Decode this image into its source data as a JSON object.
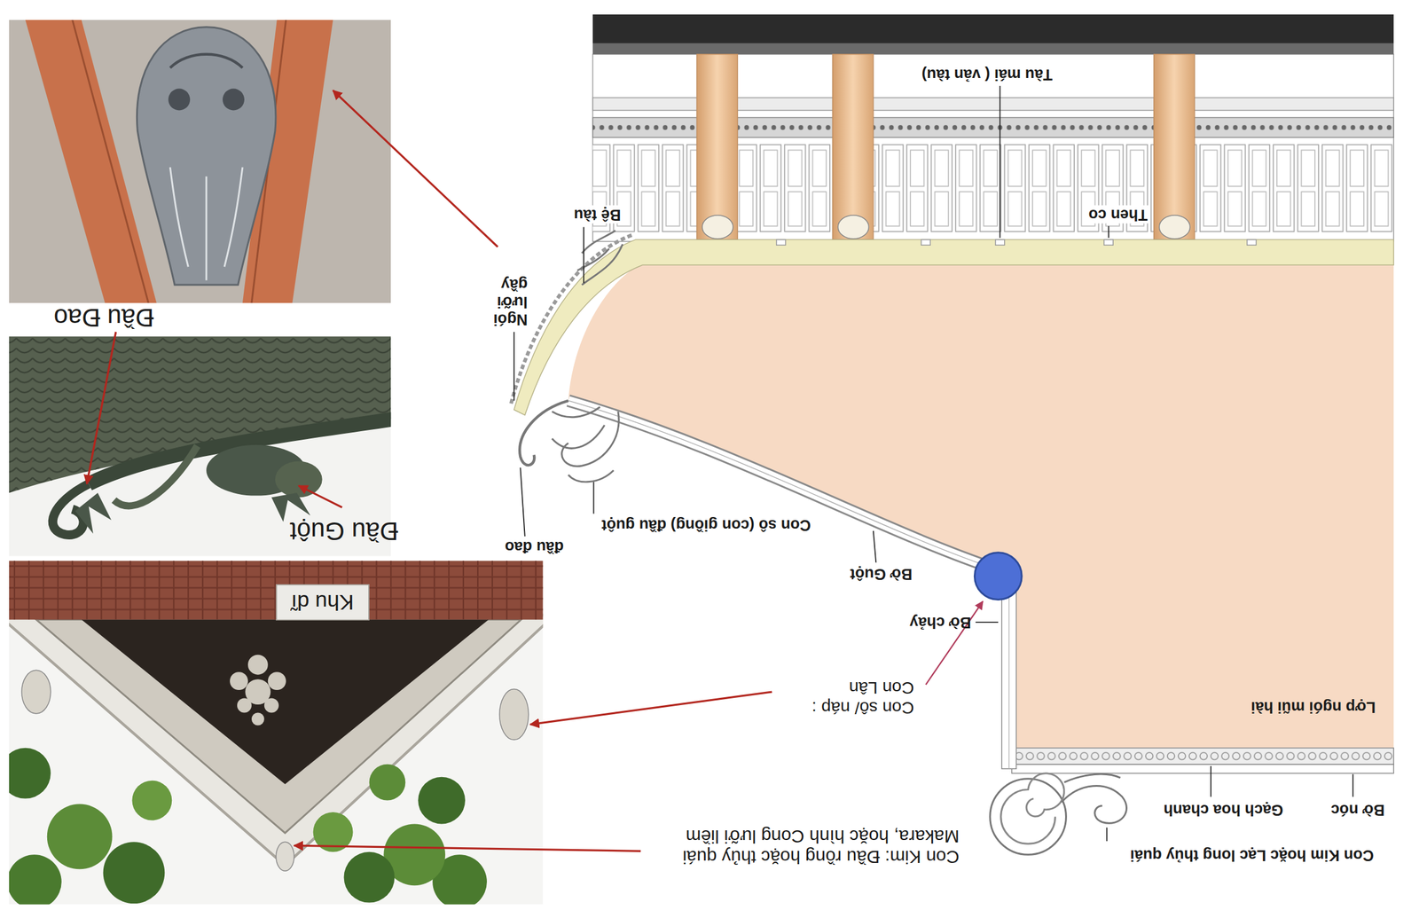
{
  "diagram": {
    "nodes": [
      {
        "text": [
          "Khu dĩ"
        ]
      }
    ],
    "labels": [
      "Tàu mái ( vản tàu)",
      "Then co",
      "Bệ tàu",
      "Ngói lưỡi gầy",
      "đầu đao",
      "Con sô (con giồng) đầu guột",
      "Bờ Guột",
      "Bờ chảy",
      "Con sô/ náp : Con Lân",
      "Lợp ngói mũi hài",
      "Bờ nóc",
      "Gạch hoa chanh",
      "Con Kim hoặc Lạc long thủy quái",
      "Con Kim: Đầu rồng hoặc thủy quái Makara, hoặc hình Cong lưỡi liềm",
      "Đầu Đao",
      "Đầu Guột"
    ]
  }
}
